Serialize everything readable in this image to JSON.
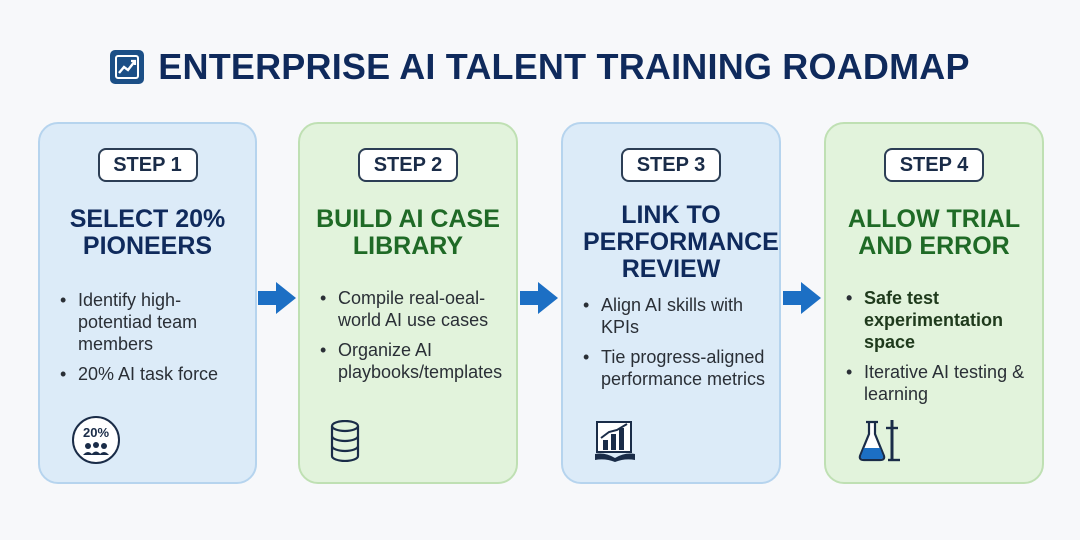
{
  "header": {
    "title": "ENTERPRISE AI TALENT TRAINING ROADMAP",
    "icon": "chart-icon"
  },
  "colors": {
    "title": "#0f2a5c",
    "blue_card": "#dcebf8",
    "green_card": "#e2f3dc",
    "green_title": "#1f6a26",
    "arrow": "#1c6fc4"
  },
  "steps": [
    {
      "badge": "STEP 1",
      "title": "SELECT 20% PIONEERS",
      "bullets": [
        "Identify high-potentiad team members",
        "20% AI task force"
      ],
      "icon": "team-20-percent-icon",
      "icon_text": "20%"
    },
    {
      "badge": "STEP 2",
      "title": "BUILD AI CASE LIBRARY",
      "bullets": [
        "Compile real-oeal-world AI use cases",
        "Organize AI playbooks/templates"
      ],
      "icon": "database-icon"
    },
    {
      "badge": "STEP 3",
      "title": "LINK TO PERFORMANCE REVIEW",
      "bullets": [
        "Align AI skills with KPIs",
        "Tie progress-aligned performance metrics"
      ],
      "icon": "bar-chart-book-icon"
    },
    {
      "badge": "STEP 4",
      "title": "ALLOW TRIAL AND ERROR",
      "bullets": [
        "Safe test experimentation space",
        "Iterative AI testing & learning"
      ],
      "icon": "lab-flask-icon"
    }
  ]
}
